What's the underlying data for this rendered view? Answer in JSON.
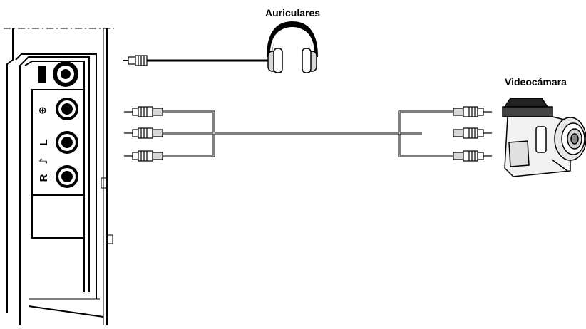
{
  "labels": {
    "headphones": "Auriculares",
    "camcorder": "Videocámara"
  },
  "panel_markings": {
    "jack_top": "⊕",
    "jack_left": "L",
    "jack_right": "R",
    "audio_symbol": "♪"
  },
  "icons": [
    "headphones-icon",
    "camcorder-icon",
    "rca-plug-icon",
    "minijack-plug-icon"
  ],
  "colors": {
    "line": "#000000",
    "background": "#ffffff"
  }
}
